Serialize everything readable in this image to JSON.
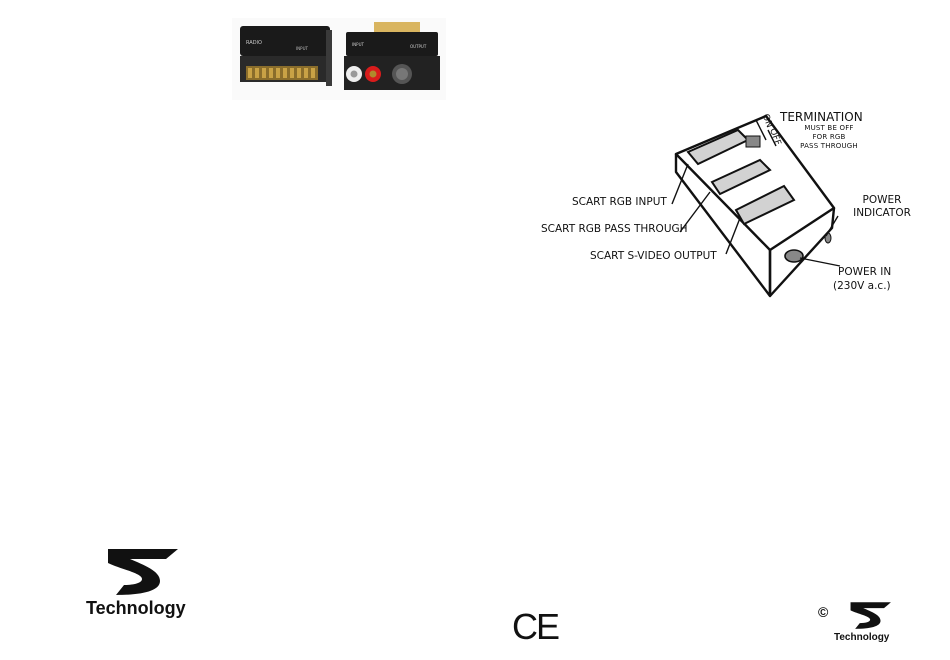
{
  "diagram": {
    "termination_title": "TERMINATION",
    "termination_note_1": "MUST BE OFF",
    "termination_note_2": "FOR RGB",
    "termination_note_3": "PASS THROUGH",
    "switch_on": "ON",
    "switch_off": "OFF",
    "scart_rgb_input": "SCART RGB INPUT",
    "scart_rgb_pass_through": "SCART RGB PASS THROUGH",
    "scart_svideo_output": "SCART S-VIDEO OUTPUT",
    "power_indicator_line1": "POWER",
    "power_indicator_line2": "INDICATOR",
    "power_in_line1": "POWER IN",
    "power_in_line2": "(230V a.c.)"
  },
  "photo": {
    "adapter_left_label": "RADIO",
    "adapter_left_label_2": "INPUT",
    "adapter_right_label": "INPUT",
    "adapter_right_label_2": "OUTPUT"
  },
  "branding": {
    "logo_word_large": "Technology",
    "logo_word_small": "Technology",
    "ce_mark": "CE",
    "copyright_symbol": "©"
  }
}
